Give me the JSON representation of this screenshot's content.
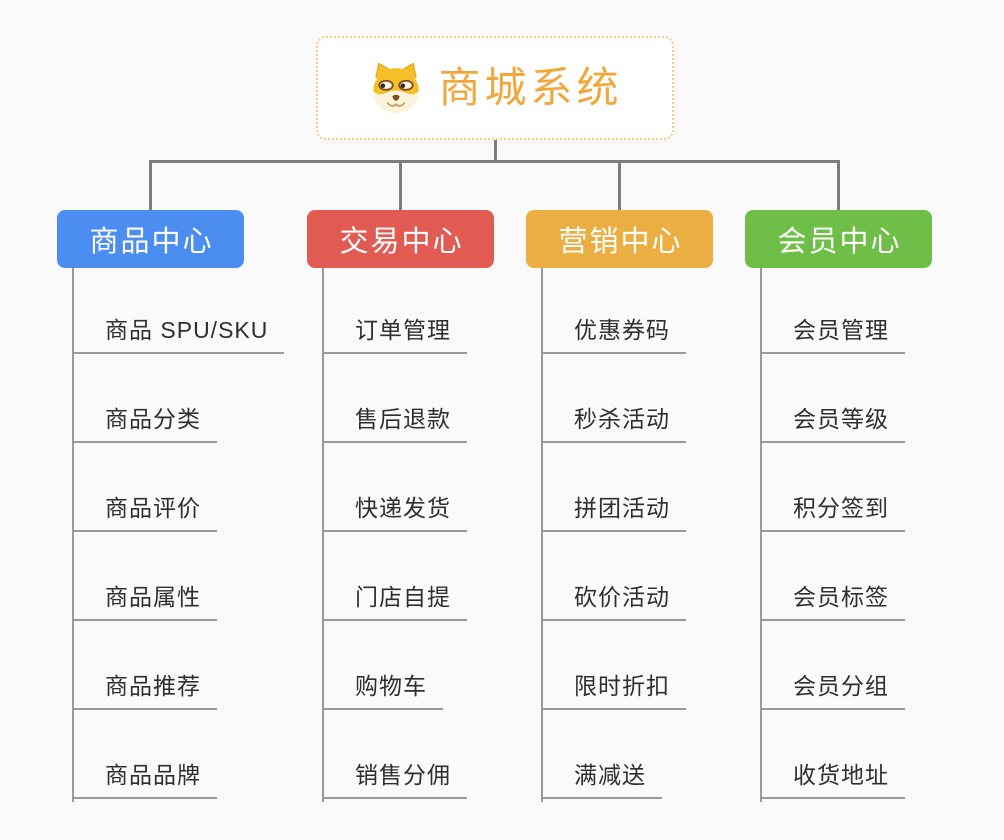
{
  "canvas": {
    "background": "#FAFAFA"
  },
  "root": {
    "title": "商城系统",
    "icon": "shiba-dog-face-icon",
    "title_color": "#F0A83C",
    "border_color": "#F6CA90"
  },
  "connectors": {
    "level1_color": "#7D7D7D",
    "level2_color": "#999999"
  },
  "subtopic_text_color": "#2F2F2F",
  "branches": [
    {
      "label": "商品中心",
      "color": "#4B8DF0",
      "children": [
        "商品 SPU/SKU",
        "商品分类",
        "商品评价",
        "商品属性",
        "商品推荐",
        "商品品牌"
      ]
    },
    {
      "label": "交易中心",
      "color": "#E25B52",
      "children": [
        "订单管理",
        "售后退款",
        "快递发货",
        "门店自提",
        "购物车",
        "销售分佣"
      ]
    },
    {
      "label": "营销中心",
      "color": "#EBAE42",
      "children": [
        "优惠券码",
        "秒杀活动",
        "拼团活动",
        "砍价活动",
        "限时折扣",
        "满减送"
      ]
    },
    {
      "label": "会员中心",
      "color": "#6FBE47",
      "children": [
        "会员管理",
        "会员等级",
        "积分签到",
        "会员标签",
        "会员分组",
        "收货地址"
      ]
    }
  ]
}
